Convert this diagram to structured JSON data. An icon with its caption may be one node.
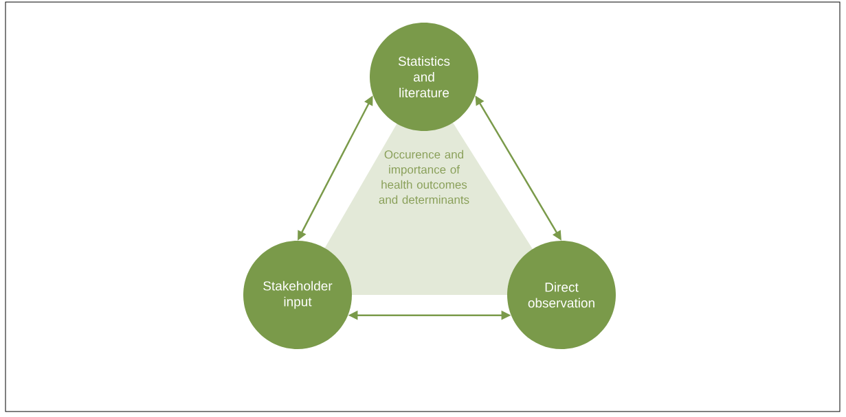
{
  "diagram": {
    "nodes": [
      {
        "text": [
          "Statistics and literature"
        ]
      },
      {
        "text": [
          "Occurence and importance of health outcomes and determinants"
        ]
      },
      {
        "text": [
          "Stakeholder input"
        ]
      },
      {
        "text": [
          "Direct observation"
        ]
      }
    ],
    "edges": [
      {
        "from": 0,
        "to": 2,
        "arrow": "both"
      },
      {
        "from": 0,
        "to": 3,
        "arrow": "both"
      },
      {
        "from": 2,
        "to": 3,
        "arrow": "both"
      }
    ]
  }
}
